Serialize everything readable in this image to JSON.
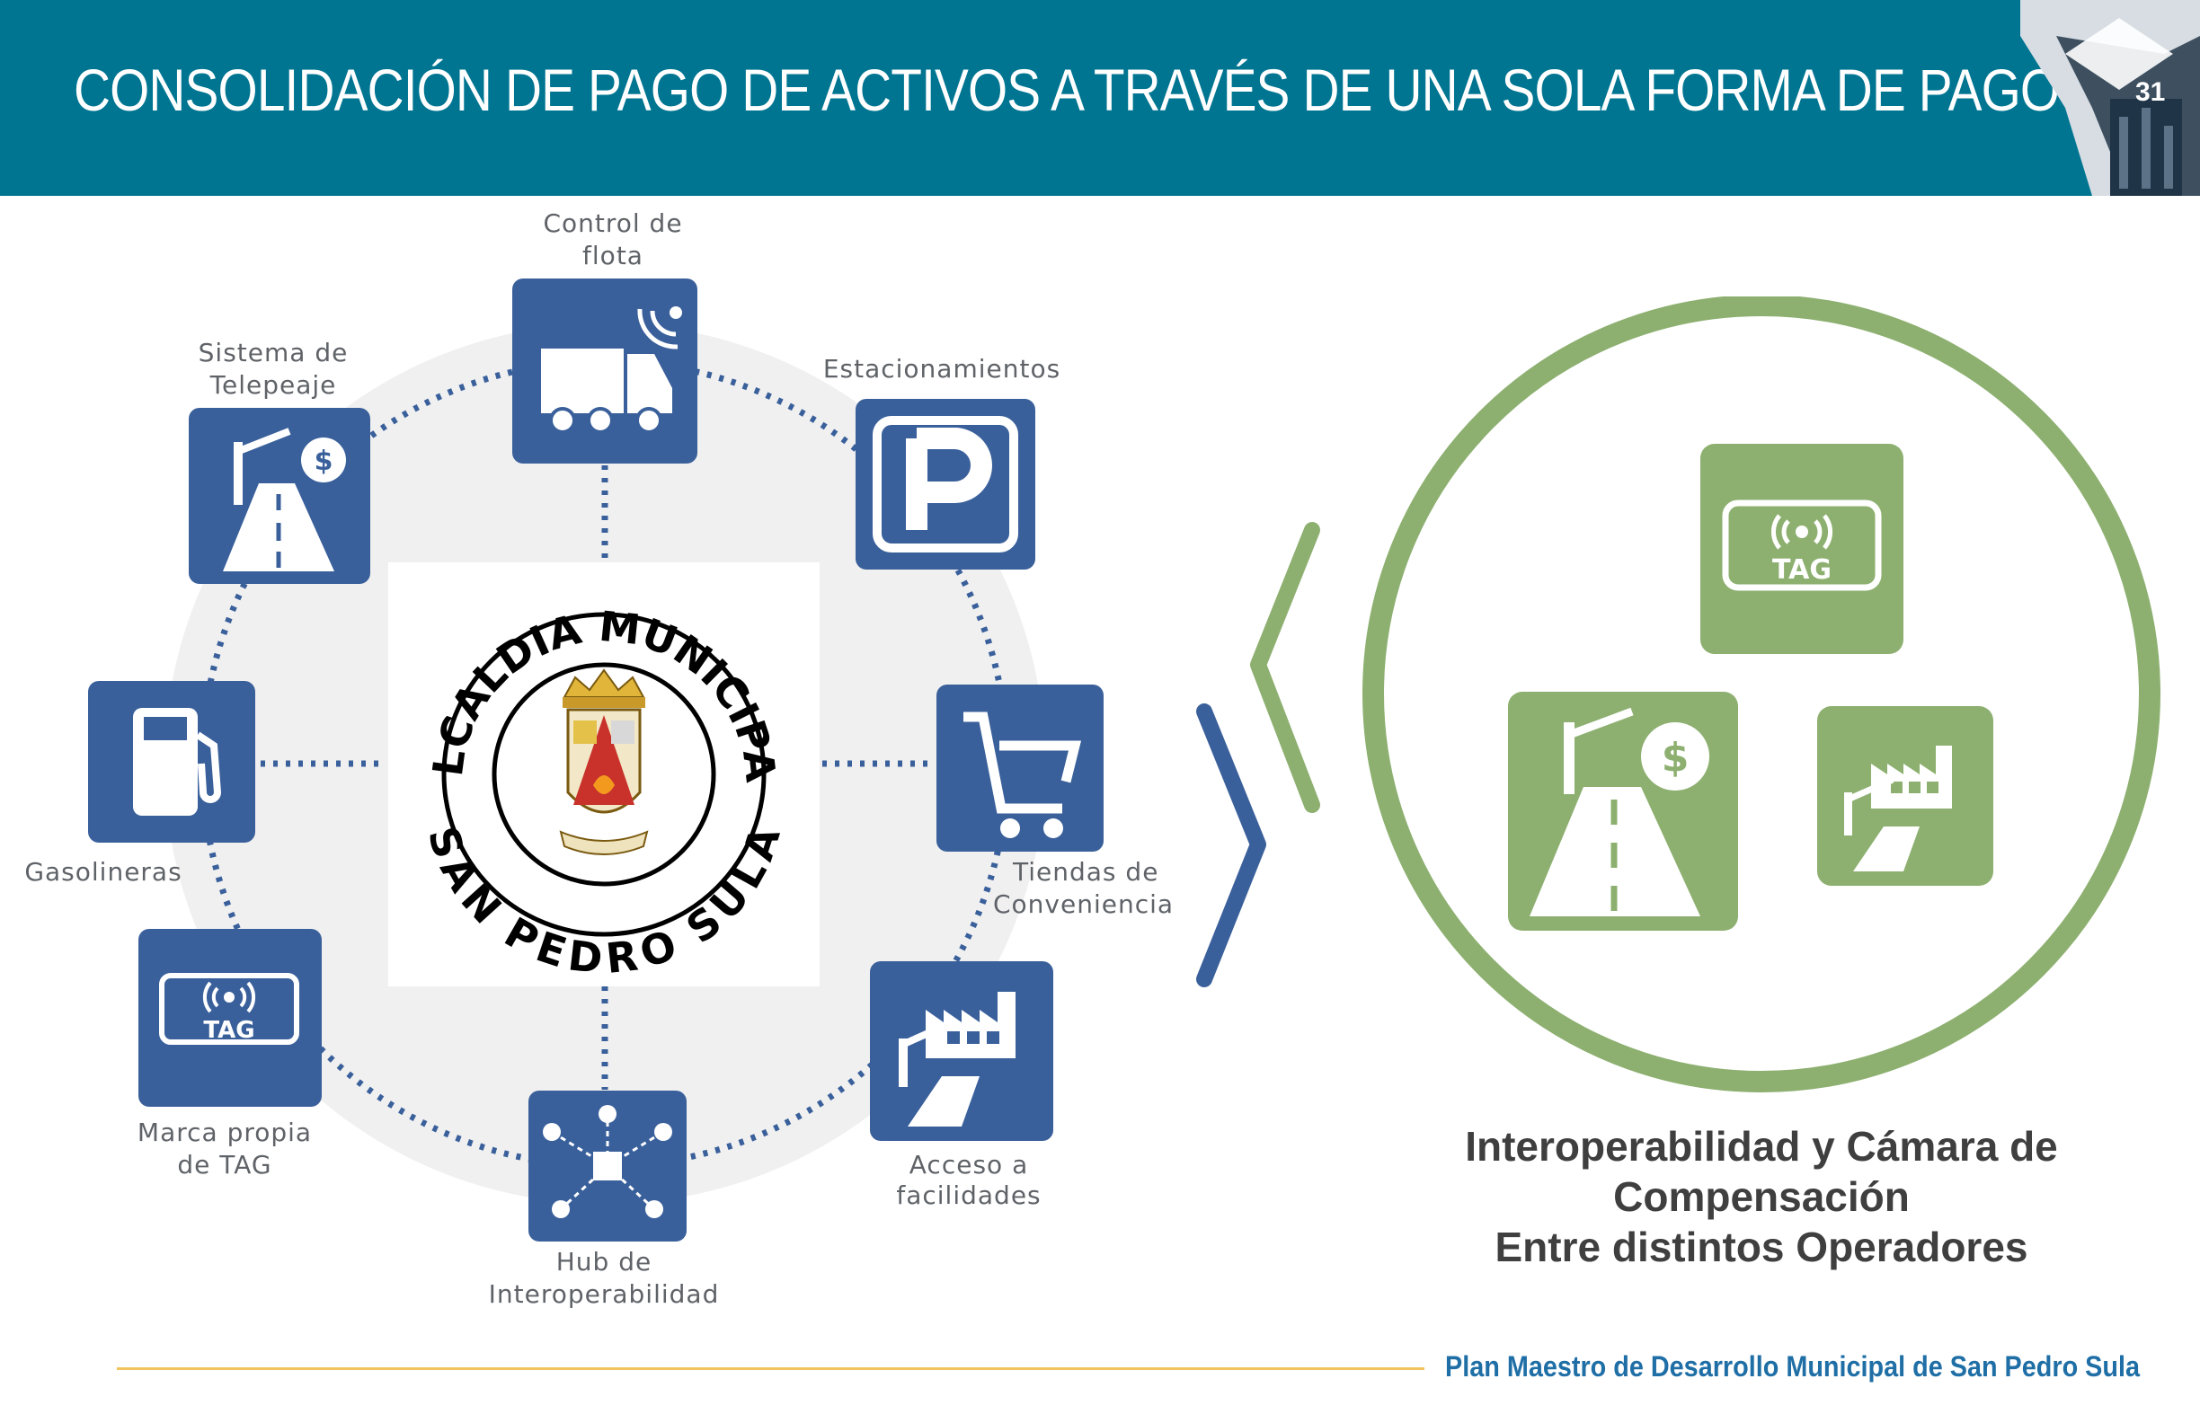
{
  "header": {
    "title": "CONSOLIDACIÓN DE PAGO DE ACTIVOS A TRAVÉS DE UNA SOLA FORMA DE PAGO",
    "slide_number": "31"
  },
  "diagram": {
    "items": [
      {
        "line1": "Control de",
        "line2": "flota",
        "icon": "truck-wifi-icon"
      },
      {
        "line1": "Estacionamientos",
        "line2": "",
        "icon": "parking-icon"
      },
      {
        "line1": "Tiendas de",
        "line2": "Conveniencia",
        "icon": "shopping-cart-icon"
      },
      {
        "line1": "Acceso a",
        "line2": "facilidades",
        "icon": "factory-gate-icon"
      },
      {
        "line1": "Hub de",
        "line2": "Interoperabilidad",
        "icon": "network-hub-icon"
      },
      {
        "line1": "Marca propia",
        "line2": "de TAG",
        "icon": "tag-icon"
      },
      {
        "line1": "Gasolineras",
        "line2": "",
        "icon": "fuel-pump-icon"
      },
      {
        "line1": "Sistema de",
        "line2": "Telepeaje",
        "icon": "toll-road-icon"
      }
    ],
    "tag_text": "TAG",
    "logo": {
      "top_text": "ALCALDIA MUNICIPAL",
      "bottom_text": "SAN PEDRO SULA"
    }
  },
  "right_panel": {
    "tag_text": "TAG",
    "caption": {
      "line1": "Interoperabilidad y Cámara de",
      "line2": "Compensación",
      "line3": "Entre distintos Operadores"
    }
  },
  "footer": {
    "text": "Plan Maestro de Desarrollo Municipal de San Pedro Sula"
  },
  "colors": {
    "header": "#007591",
    "icon_blue": "#3a609b",
    "green": "#8db070",
    "chevron_blue": "#3a609b",
    "footer_line": "#f1c35f",
    "footer_text": "#1f6fa6"
  }
}
